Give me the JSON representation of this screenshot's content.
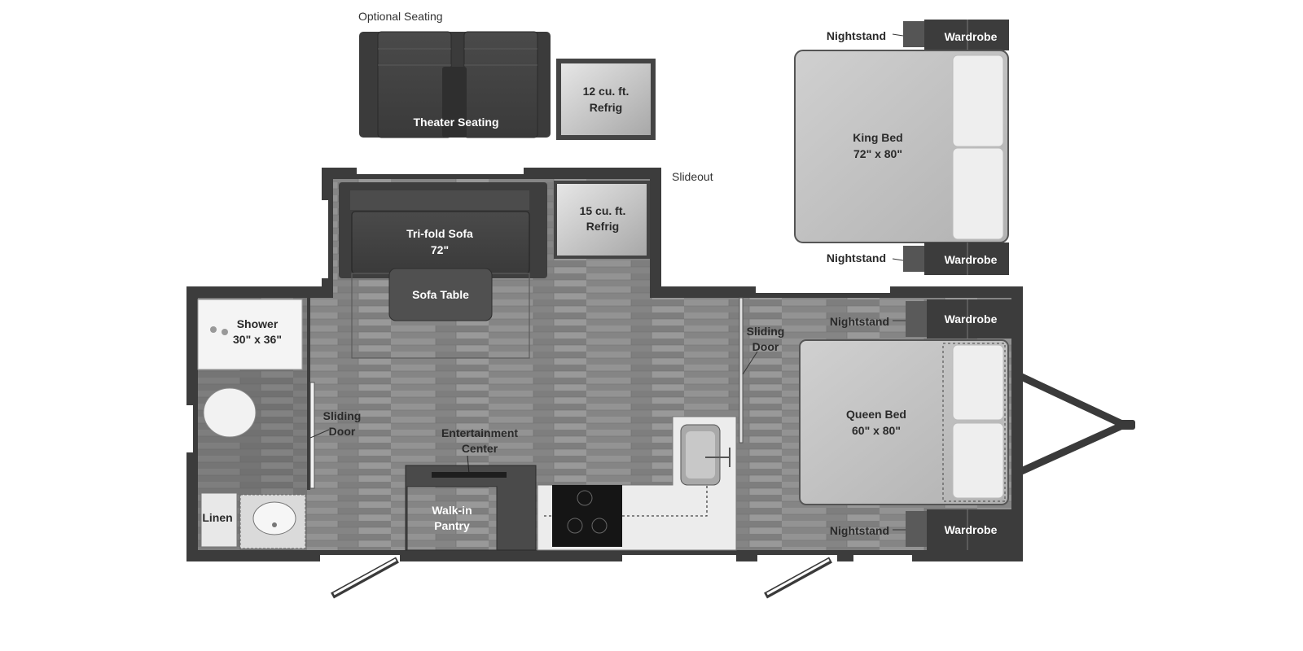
{
  "optional_seating": {
    "heading": "Optional Seating",
    "theater_seating": "Theater Seating",
    "refrig_12": [
      "12 cu. ft.",
      "Refrig"
    ]
  },
  "king_option": {
    "nightstand_top": "Nightstand",
    "wardrobe_top": "Wardrobe",
    "bed": [
      "King Bed",
      "72\" x 80\""
    ],
    "nightstand_bottom": "Nightstand",
    "wardrobe_bottom": "Wardrobe"
  },
  "floorplan": {
    "slideout": "Slideout",
    "trifold_sofa": [
      "Tri-fold Sofa",
      "72\""
    ],
    "refrig_15": [
      "15 cu. ft.",
      "Refrig"
    ],
    "sofa_table": "Sofa Table",
    "shower": [
      "Shower",
      "30\" x 36\""
    ],
    "sliding_door_left": [
      "Sliding",
      "Door"
    ],
    "sliding_door_right": [
      "Sliding",
      "Door"
    ],
    "entertainment_center": [
      "Entertainment",
      "Center"
    ],
    "walkin_pantry": [
      "Walk-in",
      "Pantry"
    ],
    "linen": "Linen",
    "queen_bed": [
      "Queen Bed",
      "60\" x 80\""
    ],
    "nightstand_top": "Nightstand",
    "wardrobe_top": "Wardrobe",
    "nightstand_bottom": "Nightstand",
    "wardrobe_bottom": "Wardrobe"
  }
}
